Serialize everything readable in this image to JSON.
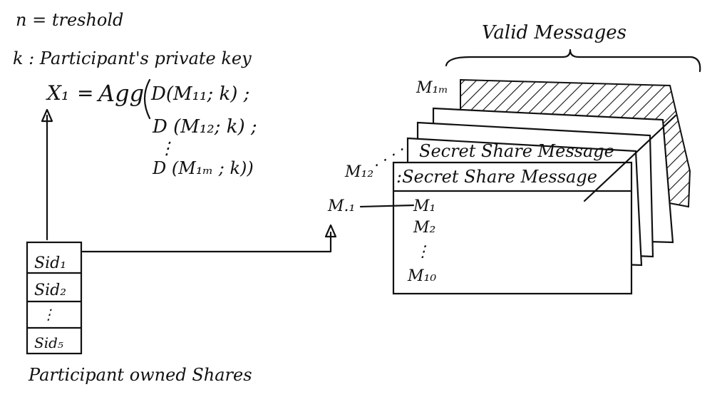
{
  "notes": {
    "threshold": "n = treshold",
    "private_key": "k : Participant's private key"
  },
  "formula": {
    "lhs": "X₁",
    "eq": "=",
    "agg": "Agg",
    "term1": "D(M₁₁; k) ;",
    "term2": "D (M₁₂; k) ;",
    "vdots": "⋮",
    "term3": "D (M₁ₘ ; k))"
  },
  "shares": {
    "caption": "Participant owned Shares",
    "cells": [
      "Sid₁",
      "Sid₂",
      "⋮",
      "Sid₅"
    ]
  },
  "messages": {
    "header": "Valid Messages",
    "label_m1m": "M₁ₘ",
    "label_m12": "M₁₂",
    "label_m1": "M.₁",
    "dots": ". . . .",
    "card_title_back": "Secret Share Message",
    "card_title_front": ":Secret Share Message",
    "front_items": [
      "M₁",
      "M₂",
      "⋮",
      "M₁₀"
    ]
  },
  "colors": {
    "ink": "#111111",
    "paper": "#ffffff"
  }
}
